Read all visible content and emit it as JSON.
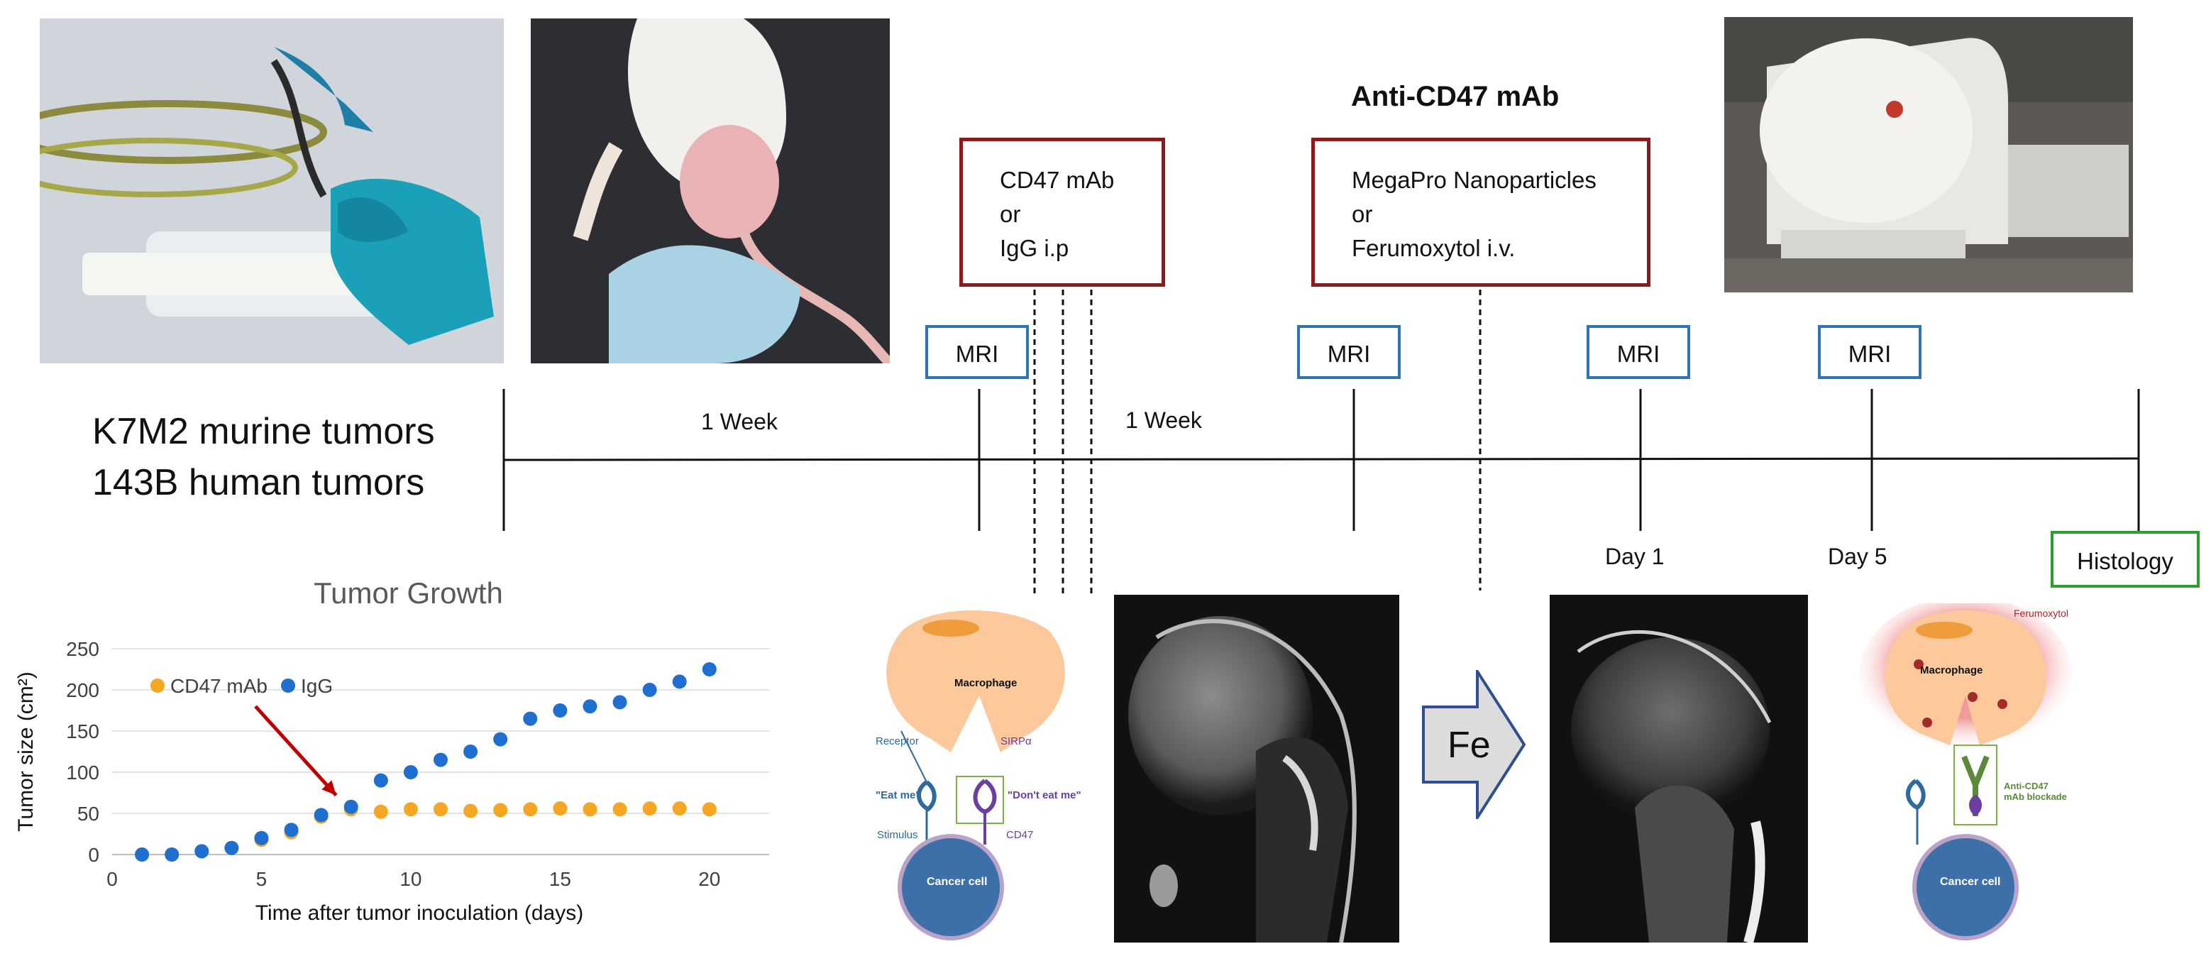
{
  "left_labels": [
    "K7M2 murine tumors",
    "143B human tumors"
  ],
  "headline": "Anti-CD47 mAb",
  "treatment_box": [
    "CD47 mAb",
    "or",
    "IgG i.p"
  ],
  "contrast_box": [
    "MegaPro Nanoparticles",
    "or",
    "Ferumoxytol i.v."
  ],
  "mri_label": "MRI",
  "week_label": "1 Week",
  "day_labels": [
    "Day 1",
    "Day 5"
  ],
  "histology_label": "Histology",
  "arrow_label": "Fe",
  "diagram_before": {
    "macrophage": "Macrophage",
    "receptor": "Receptor",
    "sirpa": "SIRPα",
    "eat_me": "\"Eat me\"",
    "dont_eat_me": "\"Don't eat me\"",
    "stimulus": "Stimulus",
    "cd47": "CD47",
    "cancer_cell": "Cancer cell"
  },
  "diagram_after": {
    "macrophage": "Macrophage",
    "ferumoxytol": "Ferumoxytol",
    "blockade": "Anti-CD47 mAb blockade",
    "cancer_cell": "Cancer cell"
  },
  "colors": {
    "red_box": "#8b1a1a",
    "blue_box": "#2e75b6",
    "green_box": "#2ca02c",
    "cd47_series": "#f5a623",
    "igg_series": "#1f6fd1",
    "annotation_arrow": "#c00000"
  },
  "chart_data": {
    "type": "scatter",
    "title": "Tumor Growth",
    "xlabel": "Time after tumor inoculation (days)",
    "ylabel": "Tumor size (cm²)",
    "xlim": [
      0,
      22
    ],
    "ylim": [
      0,
      250
    ],
    "xticks": [
      0,
      5,
      10,
      15,
      20
    ],
    "yticks": [
      0,
      50,
      100,
      150,
      200,
      250
    ],
    "grid": "horizontal",
    "legend_position": "top-left",
    "series": [
      {
        "name": "CD47 mAb",
        "color": "#f5a623",
        "x": [
          1,
          2,
          3,
          4,
          5,
          6,
          7,
          8,
          9,
          10,
          11,
          12,
          13,
          14,
          15,
          16,
          17,
          18,
          19,
          20
        ],
        "y": [
          0,
          0,
          4,
          8,
          18,
          27,
          46,
          55,
          52,
          55,
          55,
          53,
          54,
          55,
          56,
          55,
          55,
          56,
          56,
          55
        ]
      },
      {
        "name": "IgG",
        "color": "#1f6fd1",
        "x": [
          1,
          2,
          3,
          4,
          5,
          6,
          7,
          8,
          9,
          10,
          11,
          12,
          13,
          14,
          15,
          16,
          17,
          18,
          19,
          20
        ],
        "y": [
          0,
          0,
          4,
          8,
          20,
          30,
          48,
          58,
          90,
          100,
          115,
          125,
          140,
          165,
          175,
          180,
          185,
          200,
          210,
          225
        ]
      }
    ],
    "annotation": {
      "type": "arrow",
      "from": [
        4.8,
        180
      ],
      "to": [
        7.5,
        72
      ]
    }
  }
}
